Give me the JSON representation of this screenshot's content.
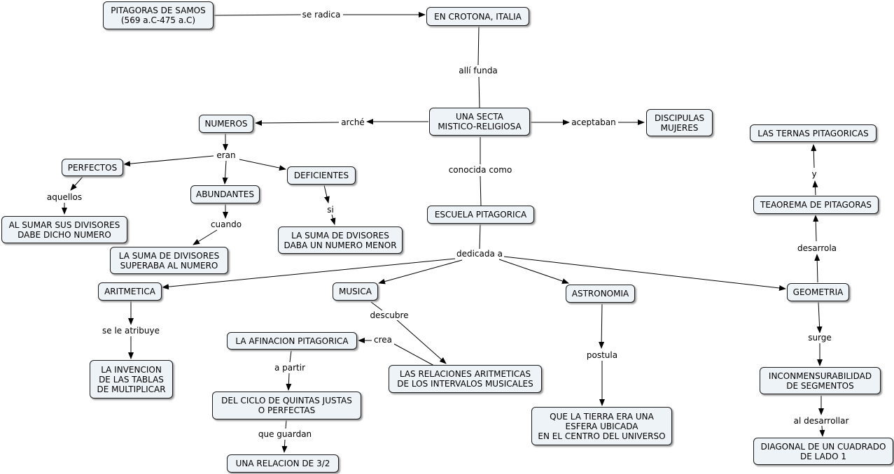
{
  "concept_map": {
    "nodes": {
      "pitagoras": "PITAGORAS DE SAMOS\n(569 a.C-475 a.C)",
      "crotona": "EN CROTONA, ITALIA",
      "secta": "UNA SECTA\nMISTICO-RELIGIOSA",
      "numeros": "NUMEROS",
      "discipulas": "DISCIPULAS\nMUJERES",
      "perfectos": "PERFECTOS",
      "abundantes": "ABUNDANTES",
      "deficientes": "DEFICIENTES",
      "al_sumar": "AL SUMAR SUS DIVISORES\nDABE DICHO NUMERO",
      "suma_superaba": "LA SUMA DE DIVISORES\nSUPERABA AL NUMERO",
      "suma_menor": "LA SUMA DE DVISORES\nDABA UN NUMERO MENOR",
      "escuela": "ESCUELA PITAGORICA",
      "ternas": "LAS TERNAS PITAGORICAS",
      "teorema": "TEAOREMA DE PITAGORAS",
      "aritmetica": "ARITMETICA",
      "musica": "MUSICA",
      "astronomia": "ASTRONOMIA",
      "geometria": "GEOMETRIA",
      "afinacion": "LA AFINACION PITAGORICA",
      "relaciones": "LAS RELACIONES ARITMETICAS\nDE LOS INTERVALOS MUSICALES",
      "invencion": "LA INVENCION\nDE LAS TABLAS\nDE MULTIPLICAR",
      "ciclo": "DEL CICLO DE QUINTAS JUSTAS\nO PERFECTAS",
      "relacion32": "UNA RELACION DE 3/2",
      "tierra": "QUE LA TIERRA ERA UNA\nESFERA UBICADA\nEN EL CENTRO DEL UNIVERSO",
      "inconmensurabilidad": "INCONMENSURABILIDAD\nDE SEGMENTOS",
      "diagonal": "DIAGONAL DE UN CUADRADO\nDE LADO 1"
    },
    "links": {
      "se_radica": "se radica",
      "alli_funda": "allí funda",
      "arche": "arché",
      "aceptaban": "aceptaban",
      "eran": "eran",
      "aquellos": "aquellos",
      "cuando": "cuando",
      "si": "si",
      "conocida_como": "conocida como",
      "dedicada_a": "dedicada a",
      "y": "y",
      "desarrola": "desarrola",
      "se_le_atribuye": "se le atribuye",
      "descubre": "descubre",
      "crea": "crea",
      "a_partir": "a partir",
      "que_guardan": "que guardan",
      "postula": "postula",
      "surge": "surge",
      "al_desarrollar": "al desarrollar"
    }
  }
}
